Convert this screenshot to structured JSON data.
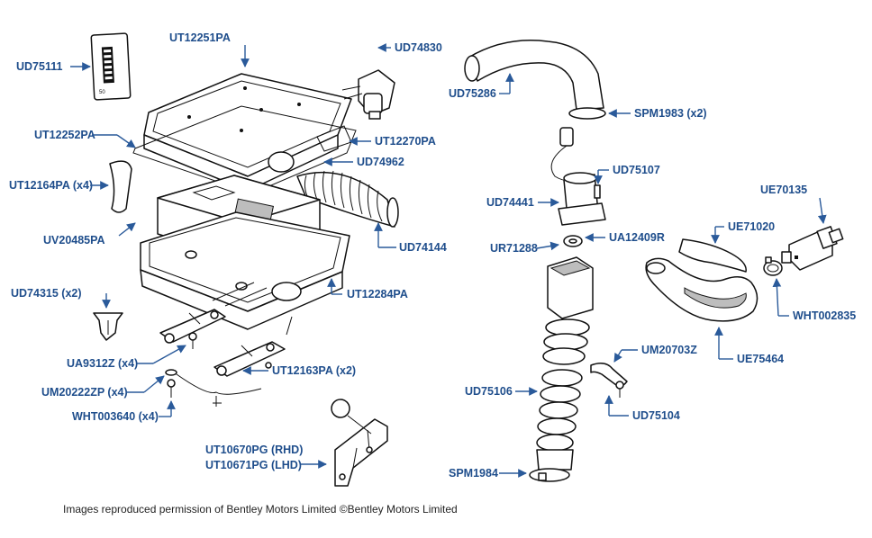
{
  "labels": {
    "ud75111": "UD75111",
    "ut12251pa": "UT12251PA",
    "ud74830": "UD74830",
    "ut12252pa": "UT12252PA",
    "ut12270pa": "UT12270PA",
    "ud74962": "UD74962",
    "ut12164pa": "UT12164PA (x4)",
    "uv20485pa": "UV20485PA",
    "ud74144": "UD74144",
    "ud74315": "UD74315 (x2)",
    "ut12284pa": "UT12284PA",
    "ua9312z": "UA9312Z (x4)",
    "ut12163pa": "UT12163PA (x2)",
    "um20222zp": "UM20222ZP (x4)",
    "wht003640": "WHT003640 (x4)",
    "ut10670pg": "UT10670PG (RHD)",
    "ut10671pg": "UT10671PG (LHD)",
    "ud75286": "UD75286",
    "spm1983": "SPM1983 (x2)",
    "ud75107": "UD75107",
    "ud74441": "UD74441",
    "ua12409r": "UA12409R",
    "ur71288": "UR71288",
    "ue70135": "UE70135",
    "ue71020": "UE71020",
    "wht002835": "WHT002835",
    "ue75464": "UE75464",
    "um20703z": "UM20703Z",
    "ud75106": "UD75106",
    "ud75104": "UD75104",
    "spm1984": "SPM1984"
  },
  "credit": "Images reproduced permission of Bentley Motors Limited ©Bentley Motors Limited",
  "colors": {
    "label": "#1f4e8c",
    "leader": "#2a5a9a",
    "line_art": "#111111"
  }
}
